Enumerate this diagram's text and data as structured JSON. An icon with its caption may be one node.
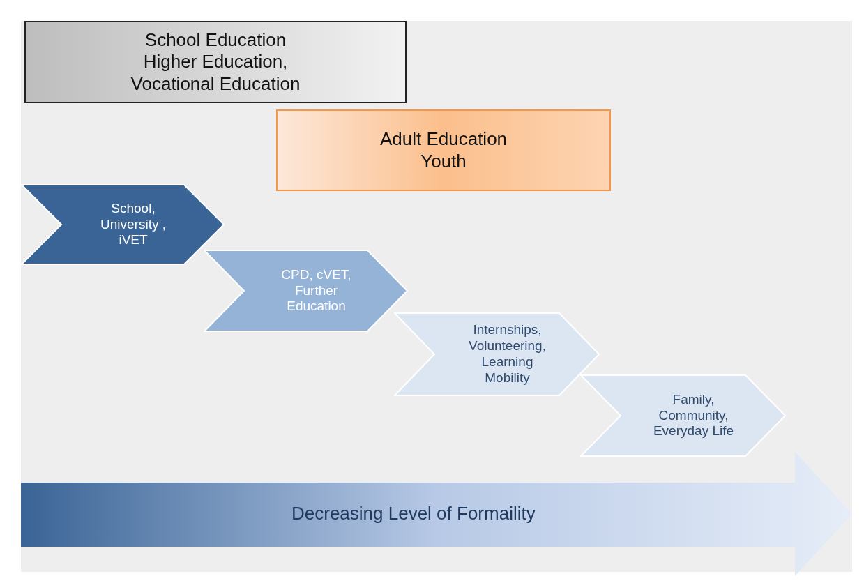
{
  "diagram": {
    "nodes": [
      {
        "text": [
          "School Education Higher Education, Vocational Education"
        ]
      },
      {
        "text": [
          "Adult Education Youth"
        ]
      },
      {
        "text": [
          "School, University , iVET"
        ]
      },
      {
        "text": [
          "CPD, cVET, Further Education"
        ]
      },
      {
        "text": [
          "Internships, Volunteering, Learning Mobility"
        ]
      },
      {
        "text": [
          "Family, Community, Everyday Life"
        ]
      },
      {
        "text": [
          "Decreasing Level of Formaility"
        ]
      }
    ]
  }
}
